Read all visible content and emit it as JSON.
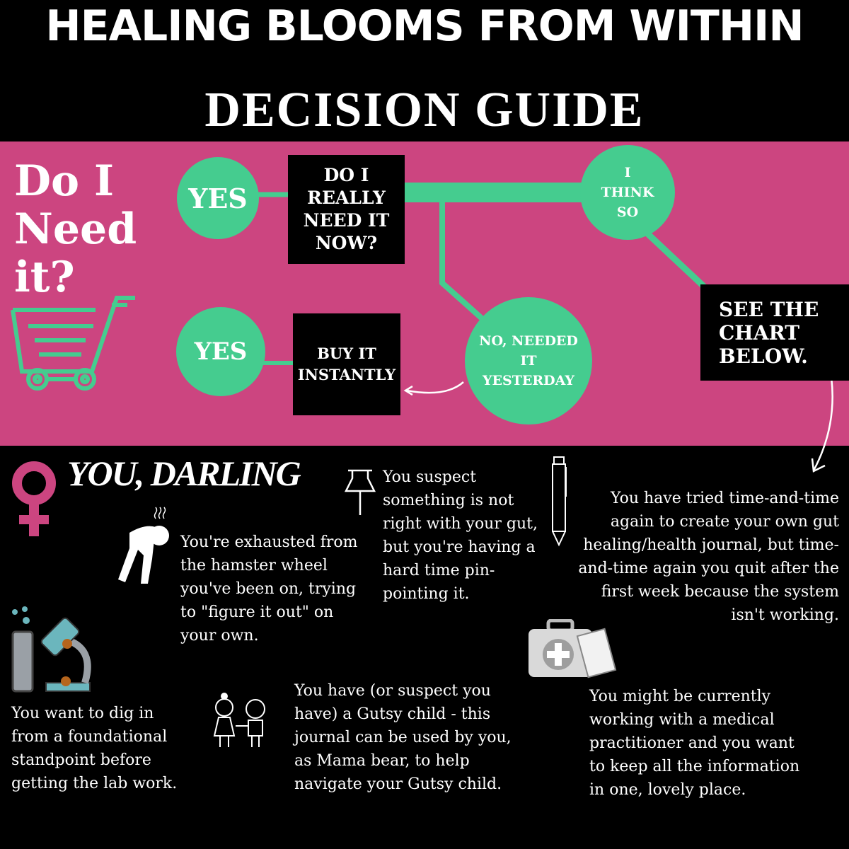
{
  "header": {
    "title": "HEALING BLOOMS FROM WITHIN",
    "subtitle": "DECISION GUIDE"
  },
  "colors": {
    "pink": "#cc4580",
    "green": "#45cc8f",
    "black": "#000000",
    "white": "#ffffff"
  },
  "flow": {
    "question": "Do I Need it?",
    "yes_top": "YES",
    "box_really": "DO I REALLY NEED IT NOW?",
    "think_so": "I THINK SO",
    "see_chart": "SEE THE CHART BELOW.",
    "yes_bottom": "YES",
    "buy_instantly": "BUY IT INSTANTLY",
    "needed_yesterday": "NO, NEEDED IT YESTERDAY"
  },
  "section": {
    "heading": "YOU, DARLING",
    "items": [
      {
        "icon": "tired-person-icon",
        "text": "You're exhausted from the hamster wheel you've been on, trying to \"figure it out\" on your own."
      },
      {
        "icon": "pushpin-icon",
        "text": "You suspect something is not right with your gut, but you're having a hard time pin-pointing it."
      },
      {
        "icon": "pen-icon",
        "text": "You have tried time-and-time again to create your own gut healing/health journal, but time-and-time again you quit after the first week because the system isn't working."
      },
      {
        "icon": "microscope-icon",
        "text": "You want to dig in from a foundational standpoint before getting the lab work."
      },
      {
        "icon": "children-icon",
        "text": "You have (or suspect you have) a Gutsy child - this journal can be used by you, as Mama bear, to help navigate your Gutsy child."
      },
      {
        "icon": "first-aid-kit-icon",
        "text": "You might be currently working with a medical practitioner and you want to keep all the information in one, lovely place."
      }
    ]
  }
}
